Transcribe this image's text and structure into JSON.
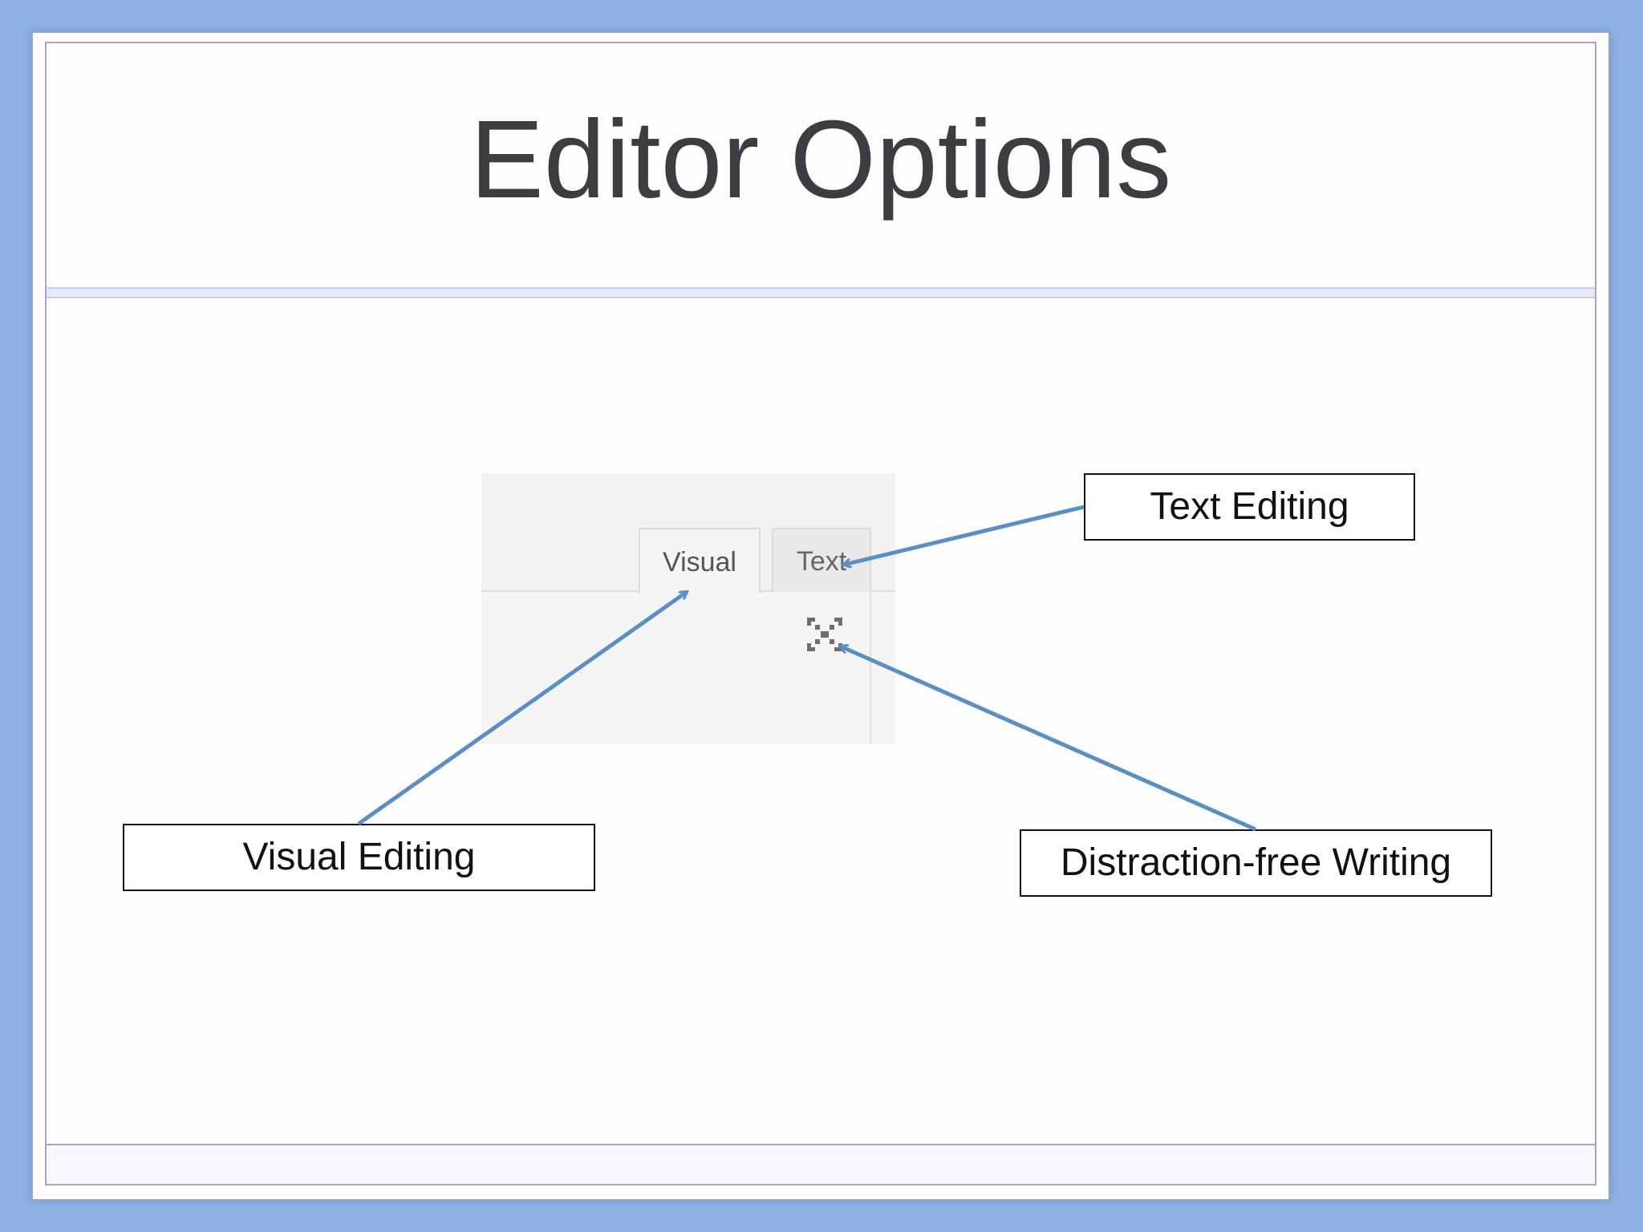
{
  "slide": {
    "title": "Editor Options"
  },
  "editor": {
    "tabs": [
      {
        "label": "Visual",
        "active": true
      },
      {
        "label": "Text",
        "active": false
      }
    ],
    "fullscreen_icon": "fullscreen-expand-icon"
  },
  "callouts": {
    "text_editing": "Text Editing",
    "visual_editing": "Visual Editing",
    "distraction_free": "Distraction-free Writing"
  },
  "colors": {
    "background": "#8db3e6",
    "arrow": "#5b8fc4",
    "title": "#3b3d40"
  }
}
